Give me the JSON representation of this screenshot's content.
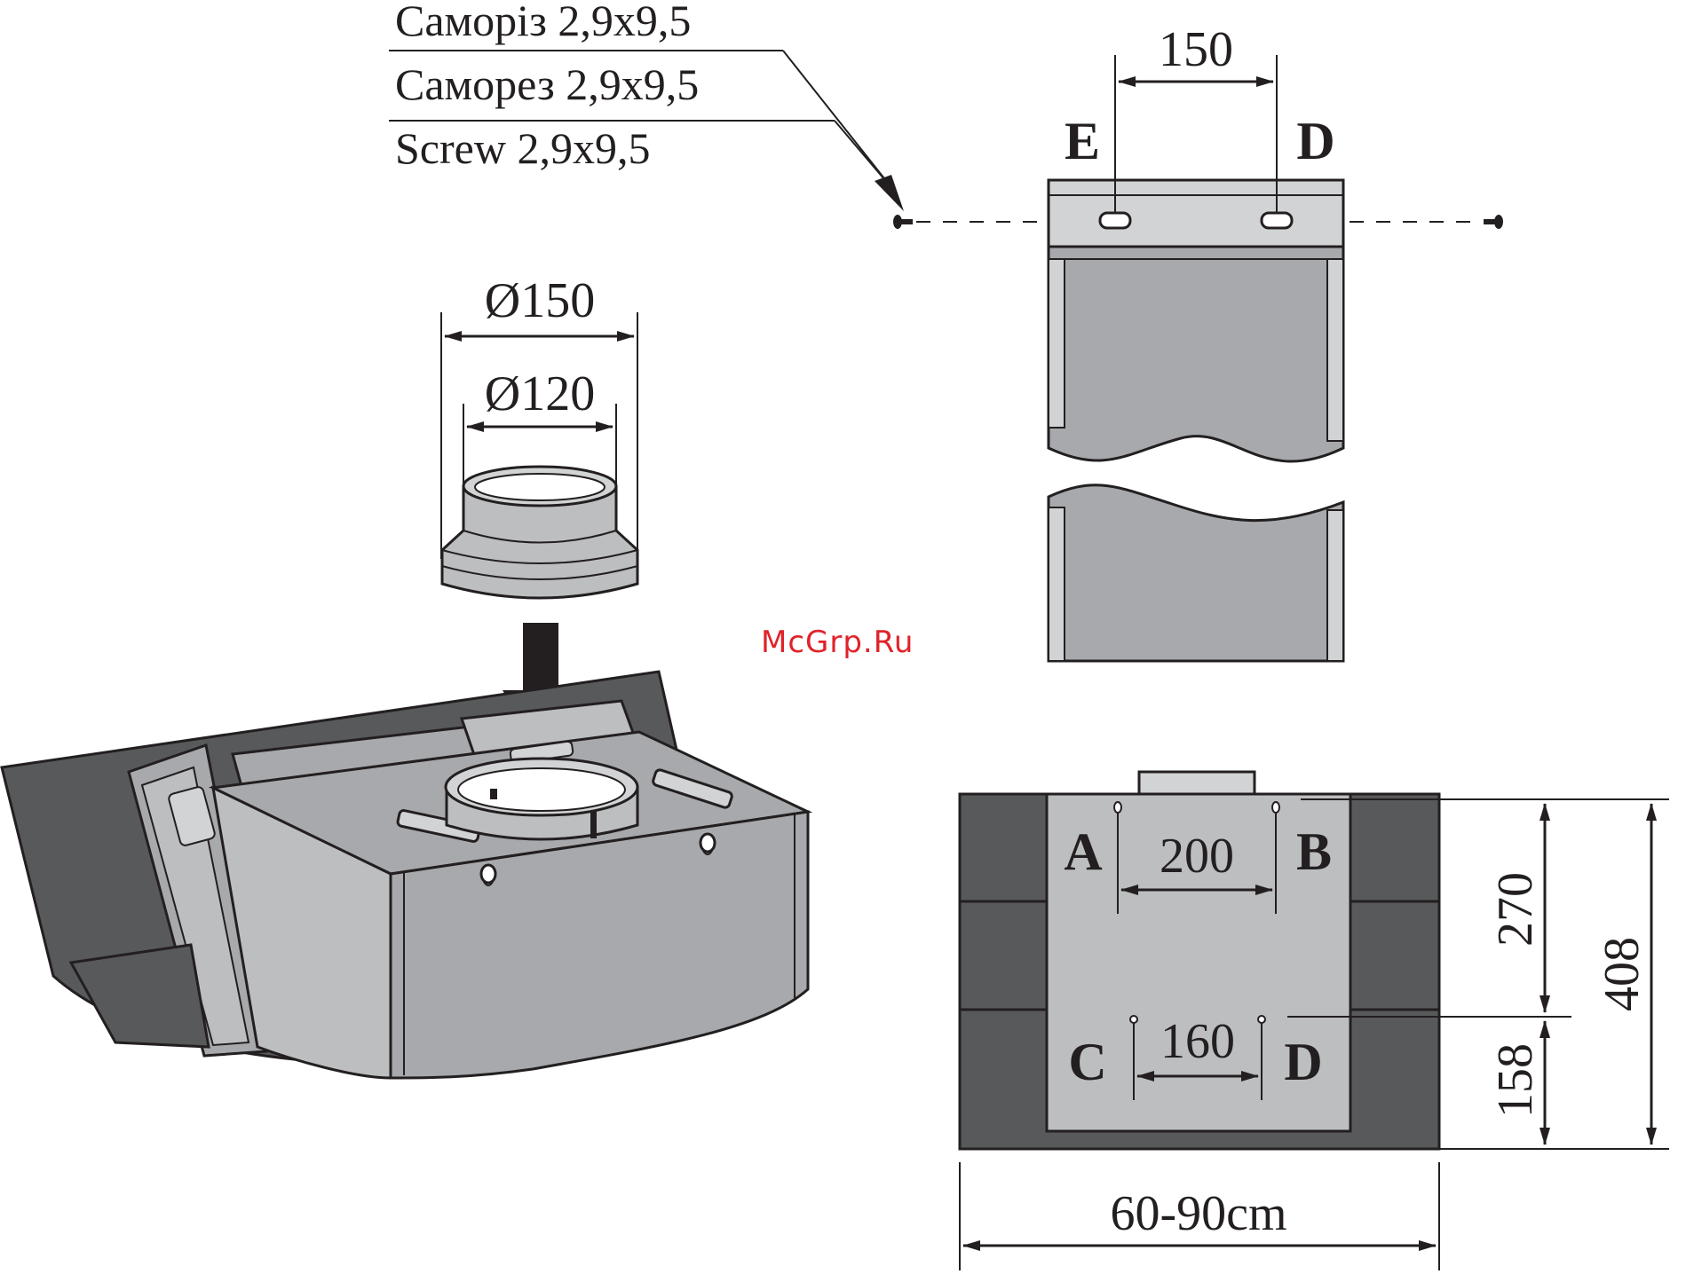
{
  "screw_labels": [
    "Саморіз 2,9x9,5",
    "Саморез 2,9x9,5",
    "Screw 2,9x9,5"
  ],
  "adapter": {
    "outer_diameter": "Ø150",
    "inner_diameter": "Ø120"
  },
  "duct": {
    "spacing": "150",
    "left_point": "E",
    "right_point": "D"
  },
  "watermark": "McGrp.Ru",
  "plate": {
    "points": {
      "a": "A",
      "b": "B",
      "c": "C",
      "d": "D"
    },
    "spacing_top": "200",
    "spacing_bottom": "160",
    "height_upper": "270",
    "height_lower": "158",
    "height_total": "408",
    "width": "60-90cm"
  },
  "colors": {
    "dark_panel": "#58595b",
    "mid_gray": "#a7a9ac",
    "light_gray": "#bcbec0",
    "pale_gray": "#d1d3d4",
    "ink": "#231f20"
  }
}
